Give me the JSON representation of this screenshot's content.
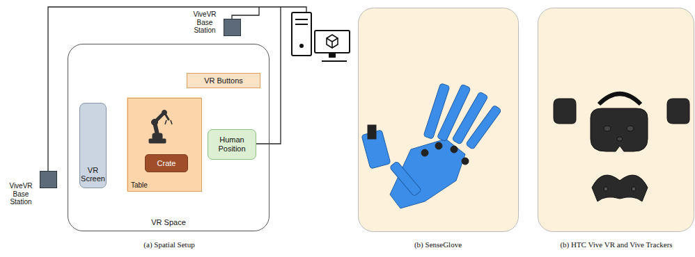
{
  "diagram": {
    "nodes": [
      {
        "text": [
          "VR Space"
        ]
      },
      {
        "text": [
          "VR Buttons"
        ],
        "in": 0
      },
      {
        "text": [
          "VR Screen"
        ],
        "in": 0
      },
      {
        "text": [
          "Table"
        ],
        "in": 0
      },
      {
        "text": [
          "Crate"
        ],
        "in": 3
      },
      {
        "text": [
          "Human Position"
        ],
        "in": 0
      },
      {
        "text": [
          "ViveVR Base Station"
        ]
      },
      {
        "text": [
          "ViveVR Base Station"
        ]
      }
    ],
    "labels": [
      "(a) Spatial Setup",
      "(b) SenseGlove",
      "(b) HTC Vive VR and Vive Trackers"
    ]
  }
}
